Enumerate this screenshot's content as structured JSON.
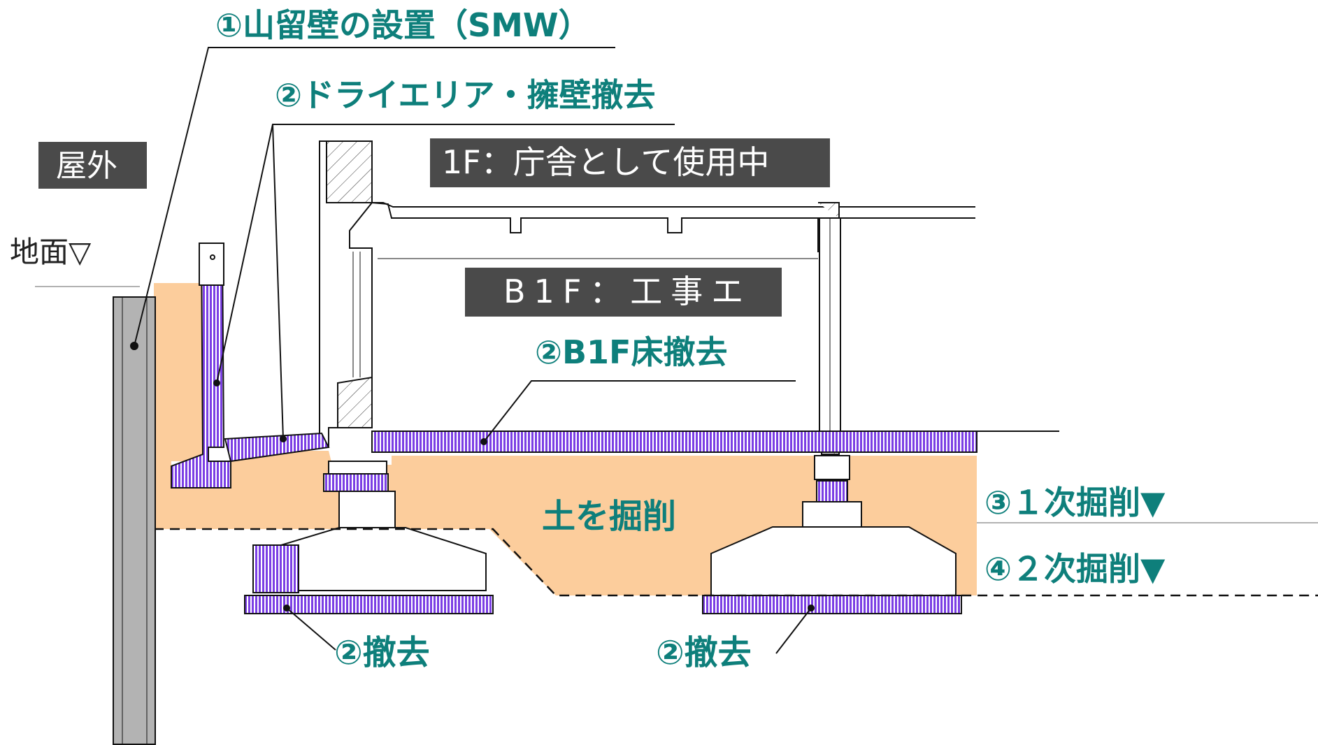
{
  "labels": {
    "smw": "①山留壁の設置（SMW）",
    "dry_area": "②ドライエリア・擁壁撤去",
    "outdoor": "屋外",
    "ground": "地面▽",
    "first_floor": "1F：庁舎として使用中",
    "b1f": "B1F：工事エ",
    "b1f_floor": "②B1F床撤去",
    "excavate_soil": "土を掘削",
    "first_excavation": "③１次掘削▼",
    "second_excavation": "④２次掘削▼",
    "remove_left": "②撤去",
    "remove_right": "②撤去"
  },
  "colors": {
    "teal_text": "#0e7f7b",
    "dark_box": "#4a4a4a",
    "soil": "#fccd9c",
    "demolish_purple": "#7b3fe4",
    "pile_gray": "#b3b3b3",
    "line": "#111111"
  }
}
